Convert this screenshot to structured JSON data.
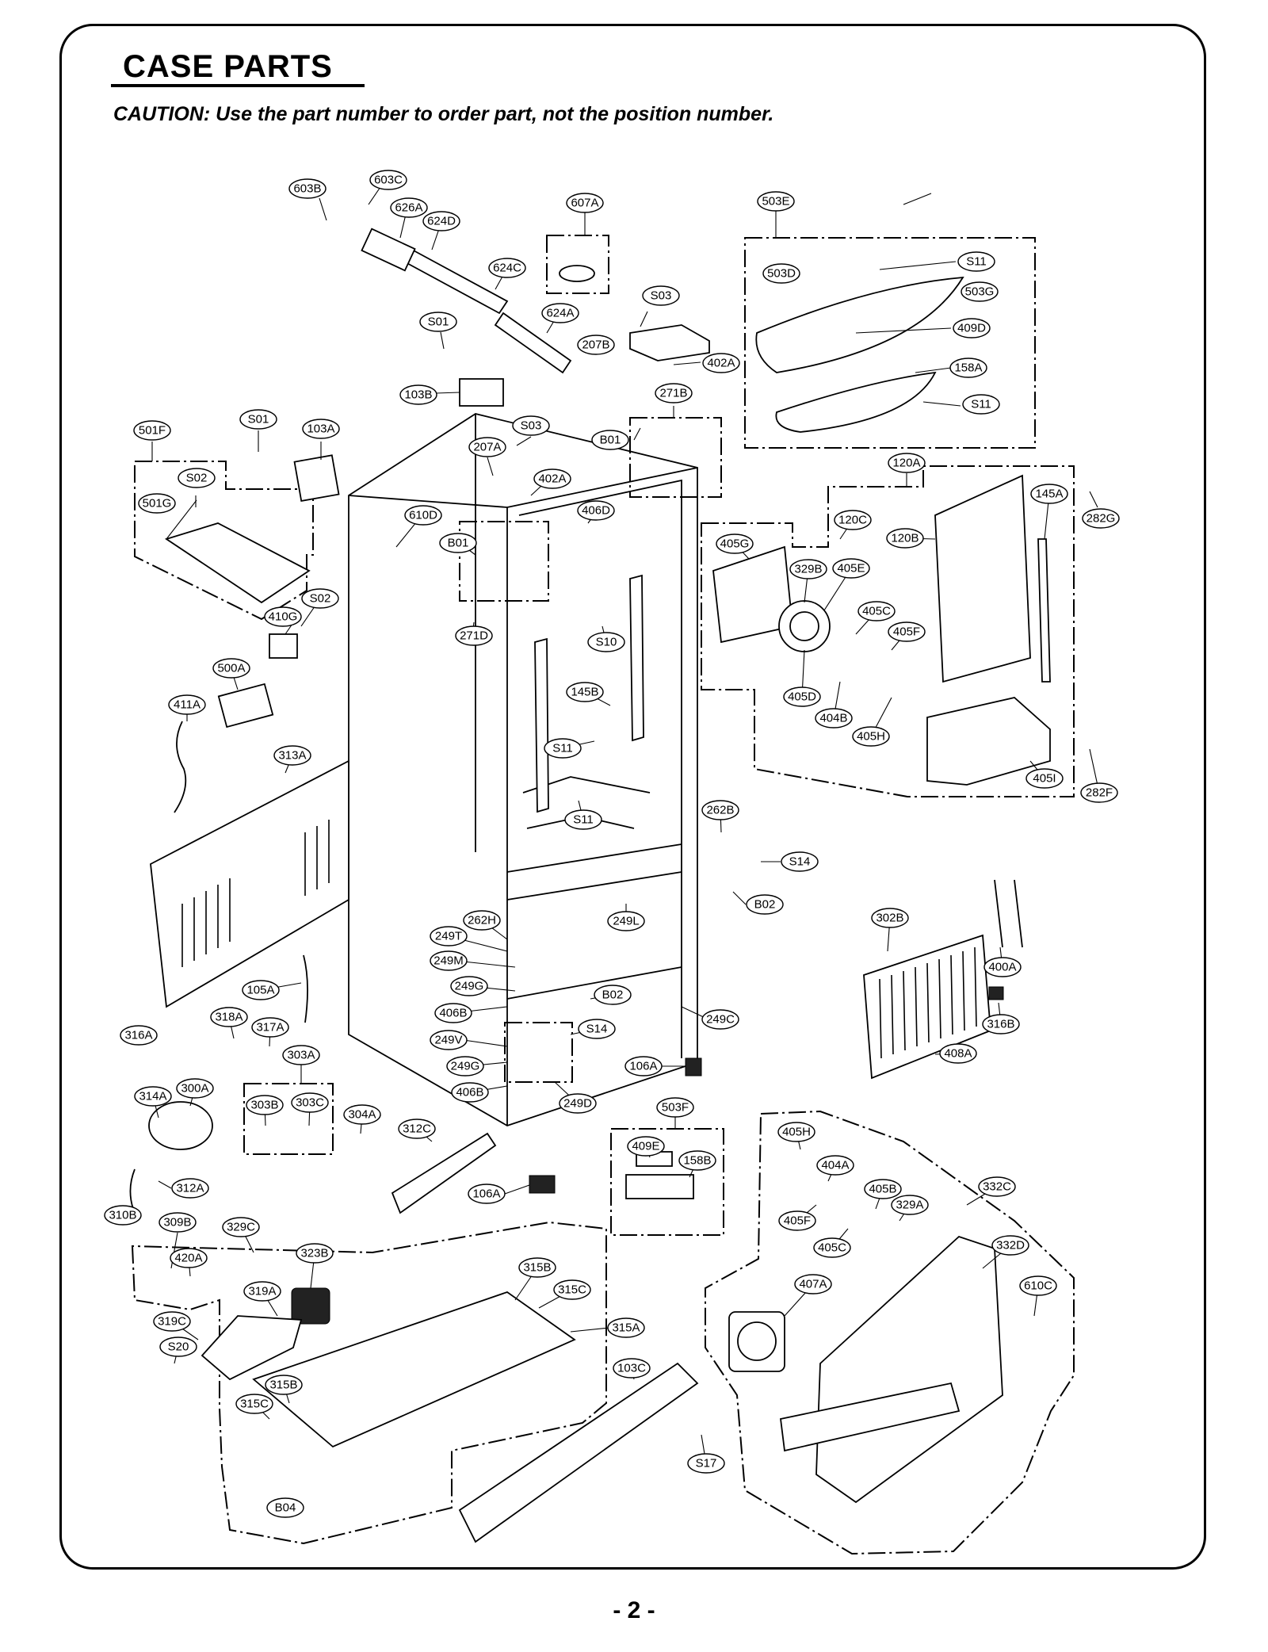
{
  "title": "CASE PARTS",
  "caution": "CAUTION: Use the part number to order part, not the position number.",
  "page_number": "- 2 -",
  "callouts": {
    "c603B": "603B",
    "c603C": "603C",
    "c626A": "626A",
    "c624D": "624D",
    "c624C": "624C",
    "c624A": "624A",
    "c607A": "607A",
    "c503E": "503E",
    "c503D": "503D",
    "c503G": "503G",
    "c409D": "409D",
    "c158A": "158A",
    "c11a": "S11",
    "c11b": "S11",
    "cS03a": "S03",
    "c207B": "207B",
    "c402A1": "402A",
    "cS01a": "S01",
    "c103B": "103B",
    "c271B": "271B",
    "cB01a": "B01",
    "c501F": "501F",
    "cS01b": "S01",
    "c103A": "103A",
    "cS03b": "S03",
    "c207A": "207A",
    "c402A2": "402A",
    "c120A": "120A",
    "c282G": "282G",
    "cS02a": "S02",
    "c501G": "501G",
    "c610D": "610D",
    "cB01b": "B01",
    "c406D": "406D",
    "c120C": "120C",
    "c120B": "120B",
    "c145A": "145A",
    "c405G": "405G",
    "c329B": "329B",
    "c405E": "405E",
    "c405C1": "405C",
    "c405F1": "405F",
    "c405D": "405D",
    "c404B": "404B",
    "c405H1": "405H",
    "c405I": "405I",
    "c282F": "282F",
    "cS02b": "S02",
    "c410G": "410G",
    "c271D": "271D",
    "cS10": "S10",
    "c500A": "500A",
    "c145B": "145B",
    "c411A": "411A",
    "c313A": "313A",
    "cS11c": "S11",
    "cS11d": "S11",
    "c262B": "262B",
    "cS14a": "S14",
    "cB02a": "B02",
    "c302B": "302B",
    "c262H": "262H",
    "c249L": "249L",
    "c249T": "249T",
    "c249M": "249M",
    "c249G1": "249G",
    "c105A": "105A",
    "cB02b": "B02",
    "c406B1": "406B",
    "c400A": "400A",
    "c316B": "316B",
    "c249C": "249C",
    "c318A": "318A",
    "c317A": "317A",
    "cS14b": "S14",
    "c316A": "316A",
    "c249V": "249V",
    "c408A": "408A",
    "c303A": "303A",
    "c249G2": "249G",
    "c106A1": "106A",
    "c314A": "314A",
    "c300A": "300A",
    "c303B": "303B",
    "c303C": "303C",
    "c406B2": "406B",
    "c249D": "249D",
    "c503F": "503F",
    "c304A": "304A",
    "c312C": "312C",
    "c405H2": "405H",
    "c409E": "409E",
    "c158B": "158B",
    "c404A": "404A",
    "c312A": "312A",
    "c106A2": "106A",
    "c405B": "405B",
    "c332C": "332C",
    "c329A": "329A",
    "c405F2": "405F",
    "c310B": "310B",
    "c309B": "309B",
    "c329C": "329C",
    "c405C2": "405C",
    "c323B": "323B",
    "c332D": "332D",
    "c420A": "420A",
    "c315B1": "315B",
    "c315C1": "315C",
    "c407A": "407A",
    "c610C": "610C",
    "c319A": "319A",
    "c319C": "319C",
    "c315A": "315A",
    "cS20": "S20",
    "c103C": "103C",
    "c315B2": "315B",
    "c315C2": "315C",
    "cS17": "S17",
    "cB04": "B04"
  },
  "colors": {
    "ink": "#000000",
    "paper": "#ffffff"
  }
}
